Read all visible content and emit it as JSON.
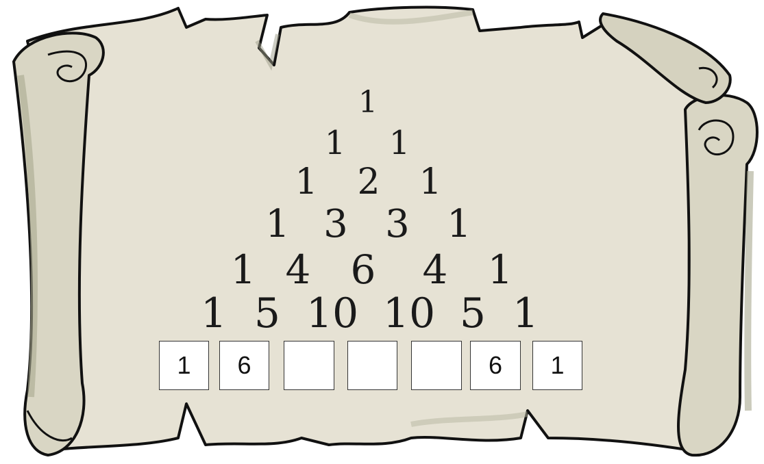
{
  "pascal_rows": [
    [
      "1"
    ],
    [
      "1",
      "1"
    ],
    [
      "1",
      "2",
      "1"
    ],
    [
      "1",
      "3",
      "3",
      "1"
    ],
    [
      "1",
      "4",
      "6",
      "4",
      "1"
    ],
    [
      "1",
      "5",
      "10",
      "10",
      "5",
      "1"
    ]
  ],
  "answer_row": [
    "1",
    "6",
    "",
    "",
    "",
    "6",
    "1"
  ],
  "colors": {
    "parchment": "#e6e2d4",
    "parchment_shadow": "#b5b5a0",
    "outline": "#111111",
    "text": "#1a1a1a"
  },
  "icons": [
    "parchment-scroll-icon"
  ]
}
